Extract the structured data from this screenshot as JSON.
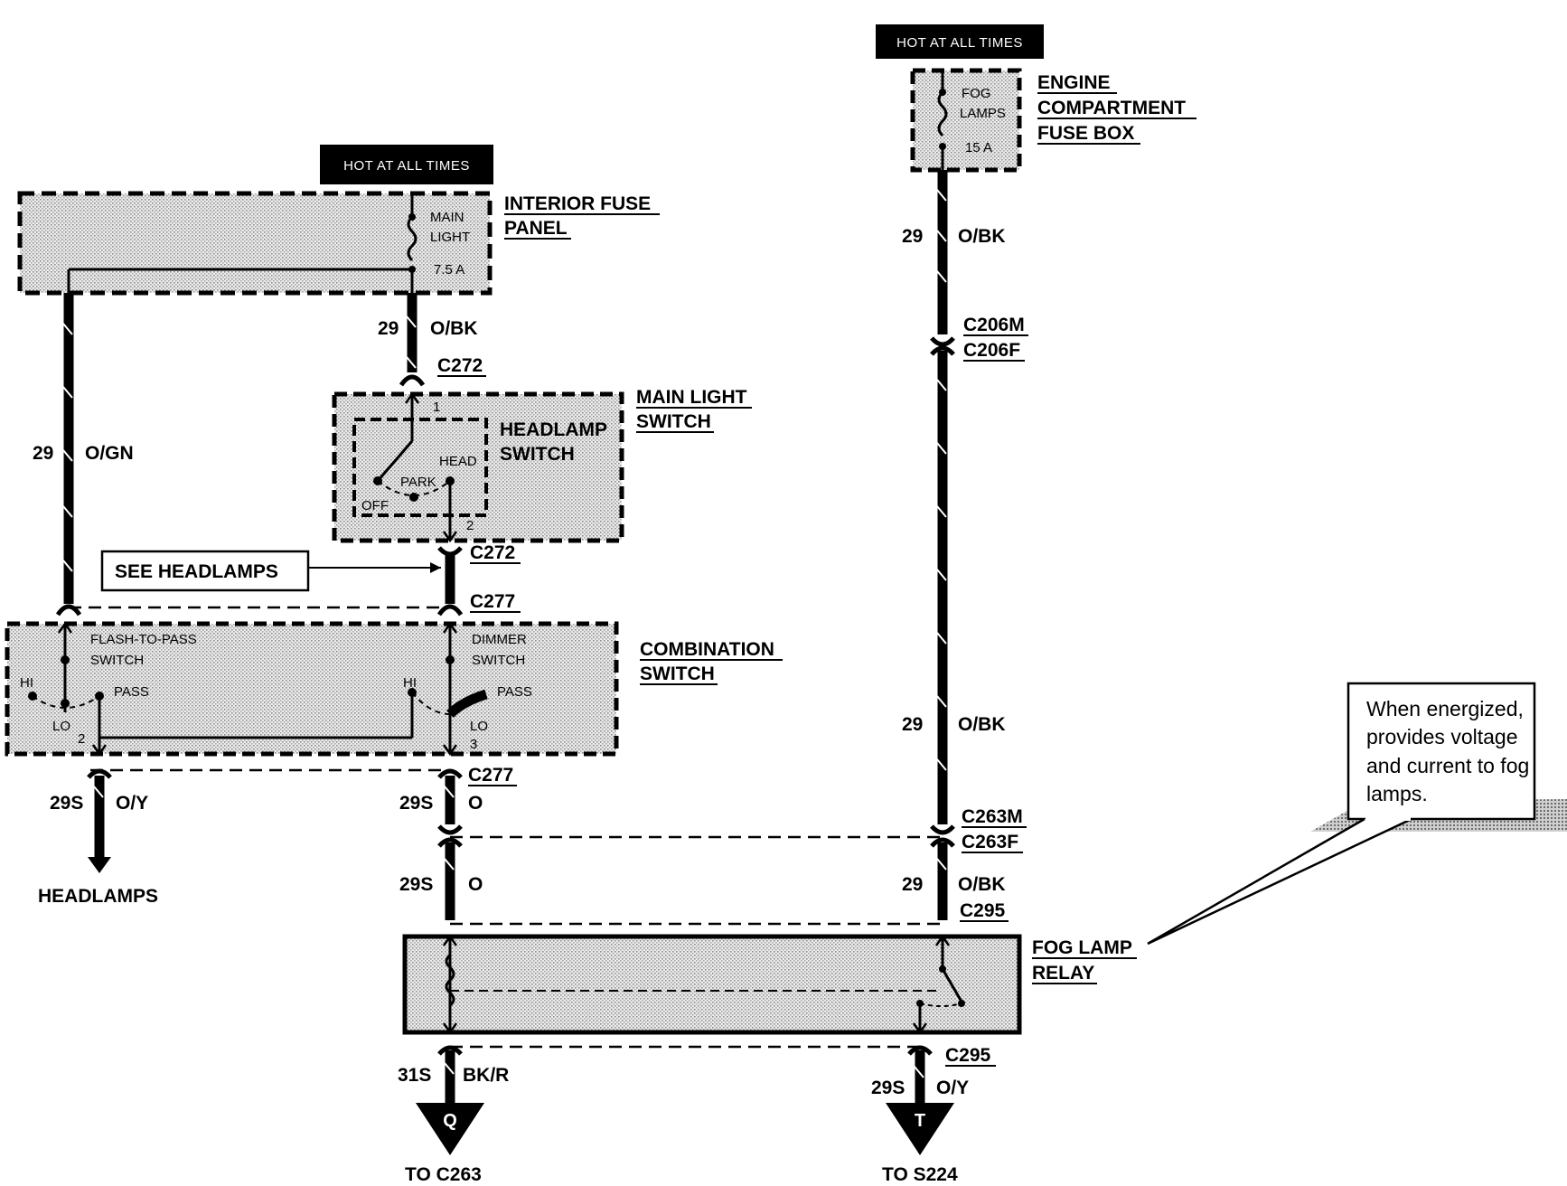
{
  "hot_labels": {
    "interior": "HOT AT ALL TIMES",
    "engine": "HOT AT ALL TIMES"
  },
  "components": {
    "interior_fuse_panel": [
      "INTERIOR FUSE",
      "PANEL"
    ],
    "engine_fuse_box": [
      "ENGINE",
      "COMPARTMENT",
      "FUSE BOX"
    ],
    "main_light_switch": [
      "MAIN LIGHT",
      "SWITCH"
    ],
    "headlamp_switch": [
      "HEADLAMP",
      "SWITCH"
    ],
    "combination_switch": [
      "COMBINATION",
      "SWITCH"
    ],
    "fog_lamp_relay": [
      "FOG LAMP",
      "RELAY"
    ],
    "see_headlamps": "SEE HEADLAMPS"
  },
  "fuses": {
    "main_light": [
      "MAIN",
      "LIGHT",
      "7.5 A"
    ],
    "fog_lamps": [
      "FOG",
      "LAMPS",
      "15 A"
    ]
  },
  "switch_positions": {
    "head": "HEAD",
    "park": "PARK",
    "off": "OFF",
    "pin1": "1",
    "pin2": "2",
    "flash_to_pass": [
      "FLASH-TO-PASS",
      "SWITCH"
    ],
    "dimmer": [
      "DIMMER",
      "SWITCH"
    ],
    "hi": "HI",
    "pass": "PASS",
    "lo": "LO",
    "comb_pin2": "2",
    "comb_pin3": "3"
  },
  "connectors": {
    "c272_top": "C272",
    "c272_bottom": "C272",
    "c277_top": "C277",
    "c277_bottom": "C277",
    "c206m": "C206M",
    "c206f": "C206F",
    "c263m": "C263M",
    "c263f": "C263F",
    "c295_top": "C295",
    "c295_bottom": "C295"
  },
  "wires": [
    {
      "id": "w_ogn",
      "circuit": "29",
      "color": "O/GN"
    },
    {
      "id": "w_obk_main",
      "circuit": "29",
      "color": "O/BK"
    },
    {
      "id": "w_obk_fog_top",
      "circuit": "29",
      "color": "O/BK"
    },
    {
      "id": "w_obk_fog_mid",
      "circuit": "29",
      "color": "O/BK"
    },
    {
      "id": "w_obk_fog_low",
      "circuit": "29",
      "color": "O/BK"
    },
    {
      "id": "w_oy_left",
      "circuit": "29S",
      "color": "O/Y"
    },
    {
      "id": "w_o_upper",
      "circuit": "29S",
      "color": "O"
    },
    {
      "id": "w_o_lower",
      "circuit": "29S",
      "color": "O"
    },
    {
      "id": "w_bkr",
      "circuit": "31S",
      "color": "BK/R"
    },
    {
      "id": "w_oy_right",
      "circuit": "29S",
      "color": "O/Y"
    }
  ],
  "destinations": {
    "headlamps": "HEADLAMPS",
    "q_letter": "Q",
    "q_label": "TO C263",
    "t_letter": "T",
    "t_label": "TO S224"
  },
  "callout": [
    "When energized,",
    "provides voltage",
    "and current to fog",
    "lamps."
  ]
}
